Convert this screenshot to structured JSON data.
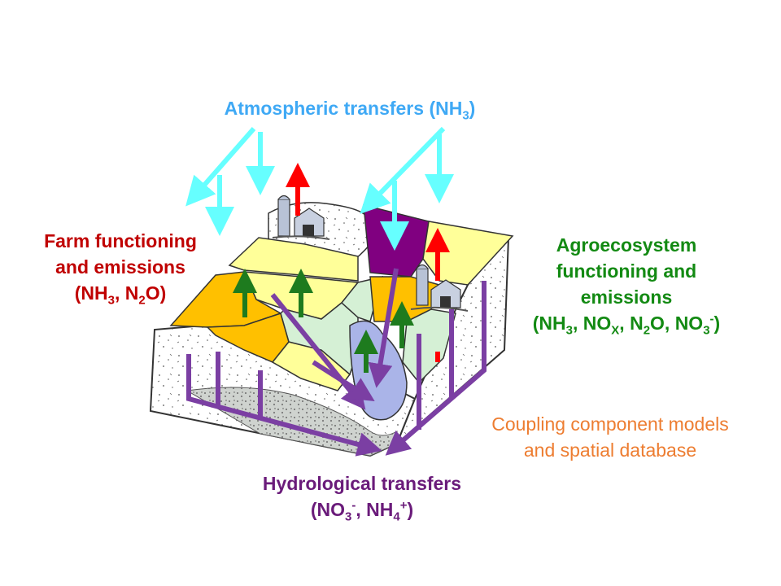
{
  "labels": {
    "atmospheric": {
      "text": "Atmospheric transfers (NH",
      "sub": "3",
      "tail": ")"
    },
    "farm": {
      "line1": "Farm functioning",
      "line2": "and emissions",
      "line3_a": "(NH",
      "line3_sub1": "3",
      "line3_b": ", N",
      "line3_sub2": "2",
      "line3_c": "O)"
    },
    "agro": {
      "line1": "Agroecosystem",
      "line2": "functioning and",
      "line3": "emissions",
      "line4_a": "(NH",
      "line4_sub1": "3",
      "line4_b": ", NO",
      "line4_sub2": "X",
      "line4_c": ", N",
      "line4_sub3": "2",
      "line4_d": "O, NO",
      "line4_sub4": "3",
      "line4_sup4": "-",
      "line4_e": ")"
    },
    "coupling": {
      "line1": "Coupling component models",
      "line2": "and spatial database"
    },
    "hydro": {
      "line1": "Hydrological transfers",
      "line2_a": "(NO",
      "line2_sub1": "3",
      "line2_sup1": "-",
      "line2_b": ", NH",
      "line2_sub2": "4",
      "line2_sup2": "+",
      "line2_c": ")"
    }
  },
  "colors": {
    "atmospheric": "#3fa9f5",
    "farm": "#c00000",
    "agro": "#138a13",
    "coupling": "#ed7d31",
    "hydro": "#6a1b7a",
    "cyan_arrow": "#66ffff",
    "red_arrow": "#ff0000",
    "green_arrow": "#1e7b1e",
    "purple_arrow": "#7b3fa3",
    "field_yellow": "#ffff99",
    "field_orange": "#ffc000",
    "field_green": "#d5f0d5",
    "field_purple": "#800080",
    "water_blue": "#aab4e8"
  }
}
